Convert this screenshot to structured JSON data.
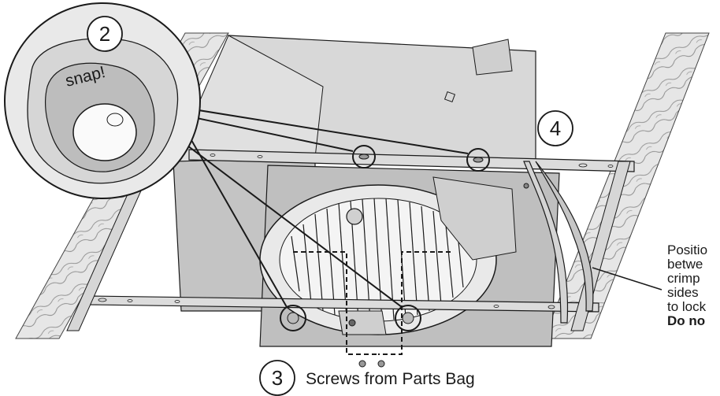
{
  "callouts": {
    "step_2": "2",
    "step_3": "3",
    "step_4": "4",
    "snap": "snap!",
    "screws": "Screws from Parts Bag"
  },
  "side_note": {
    "line1": "Positio",
    "line2": "betwe",
    "line3": "crimp",
    "line4": "sides",
    "line5": "to lock",
    "line6_bold": "Do no"
  },
  "colors": {
    "housing": "#d2d2d2",
    "housing_dark": "#9a9a9a",
    "joist": "#e6e6e6",
    "line": "#1a1a1a"
  }
}
